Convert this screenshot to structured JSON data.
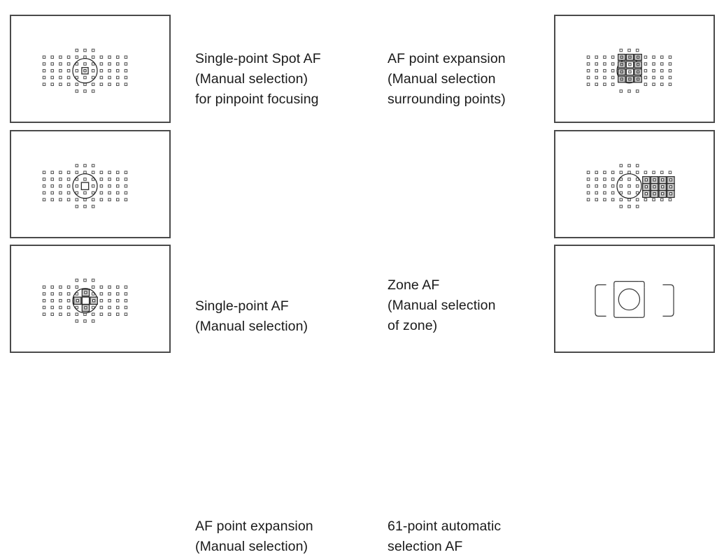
{
  "page": {
    "title": "Canon AF area selection modes",
    "background_color": "#ffffff",
    "frame_border_color": "#4a4a4a",
    "af_point_color": "#555555",
    "highlight_stroke_color": "#222222",
    "highlight_fill_color": "#c9c9c9"
  },
  "af_grid": {
    "main_rows": 5,
    "main_cols": 11,
    "extra_top_points": 3,
    "extra_bottom_points": 3,
    "total_points": 61,
    "point_shape": "small-square-outline"
  },
  "modes": [
    {
      "id": "single-point-spot-af",
      "frame_side": "left",
      "row": 1,
      "caption": "Single-point Spot AF\n(Manual selection)\nfor pinpoint focusing",
      "caption_lines": [
        "Single-point Spot AF",
        "(Manual selection)",
        "for pinpoint focusing"
      ],
      "diagram": "spot",
      "selected_points": 1,
      "has_circle": true
    },
    {
      "id": "af-point-expansion-surrounding",
      "frame_side": "right",
      "row": 1,
      "caption": "AF point expansion\n(Manual selection\nsurrounding points)",
      "caption_lines": [
        "AF point expansion",
        "(Manual selection",
        "surrounding points)"
      ],
      "diagram": "expansion-surround",
      "selected_points": 9,
      "has_circle": true
    },
    {
      "id": "single-point-af",
      "frame_side": "left",
      "row": 2,
      "caption": "Single-point AF\n(Manual selection)",
      "caption_lines": [
        "Single-point AF",
        "(Manual selection)"
      ],
      "diagram": "single",
      "selected_points": 1,
      "has_circle": true
    },
    {
      "id": "zone-af",
      "frame_side": "right",
      "row": 2,
      "caption": "Zone AF\n(Manual selection\nof zone)",
      "caption_lines": [
        "Zone AF",
        "(Manual selection",
        "of zone)"
      ],
      "diagram": "zone",
      "zone_rows": 3,
      "zone_cols": 4,
      "selected_points": 12,
      "has_circle": true
    },
    {
      "id": "af-point-expansion-cross",
      "frame_side": "left",
      "row": 3,
      "caption": "AF point expansion\n(Manual selection)",
      "caption_lines": [
        "AF point expansion",
        "(Manual selection)"
      ],
      "diagram": "expansion-cross",
      "selected_points": 5,
      "has_circle": true
    },
    {
      "id": "61-point-automatic-selection-af",
      "frame_side": "right",
      "row": 3,
      "caption": "61-point automatic\nselection AF",
      "caption_lines": [
        "61-point automatic",
        "selection AF"
      ],
      "diagram": "auto-61",
      "selected_points": 61,
      "has_circle": true
    }
  ]
}
